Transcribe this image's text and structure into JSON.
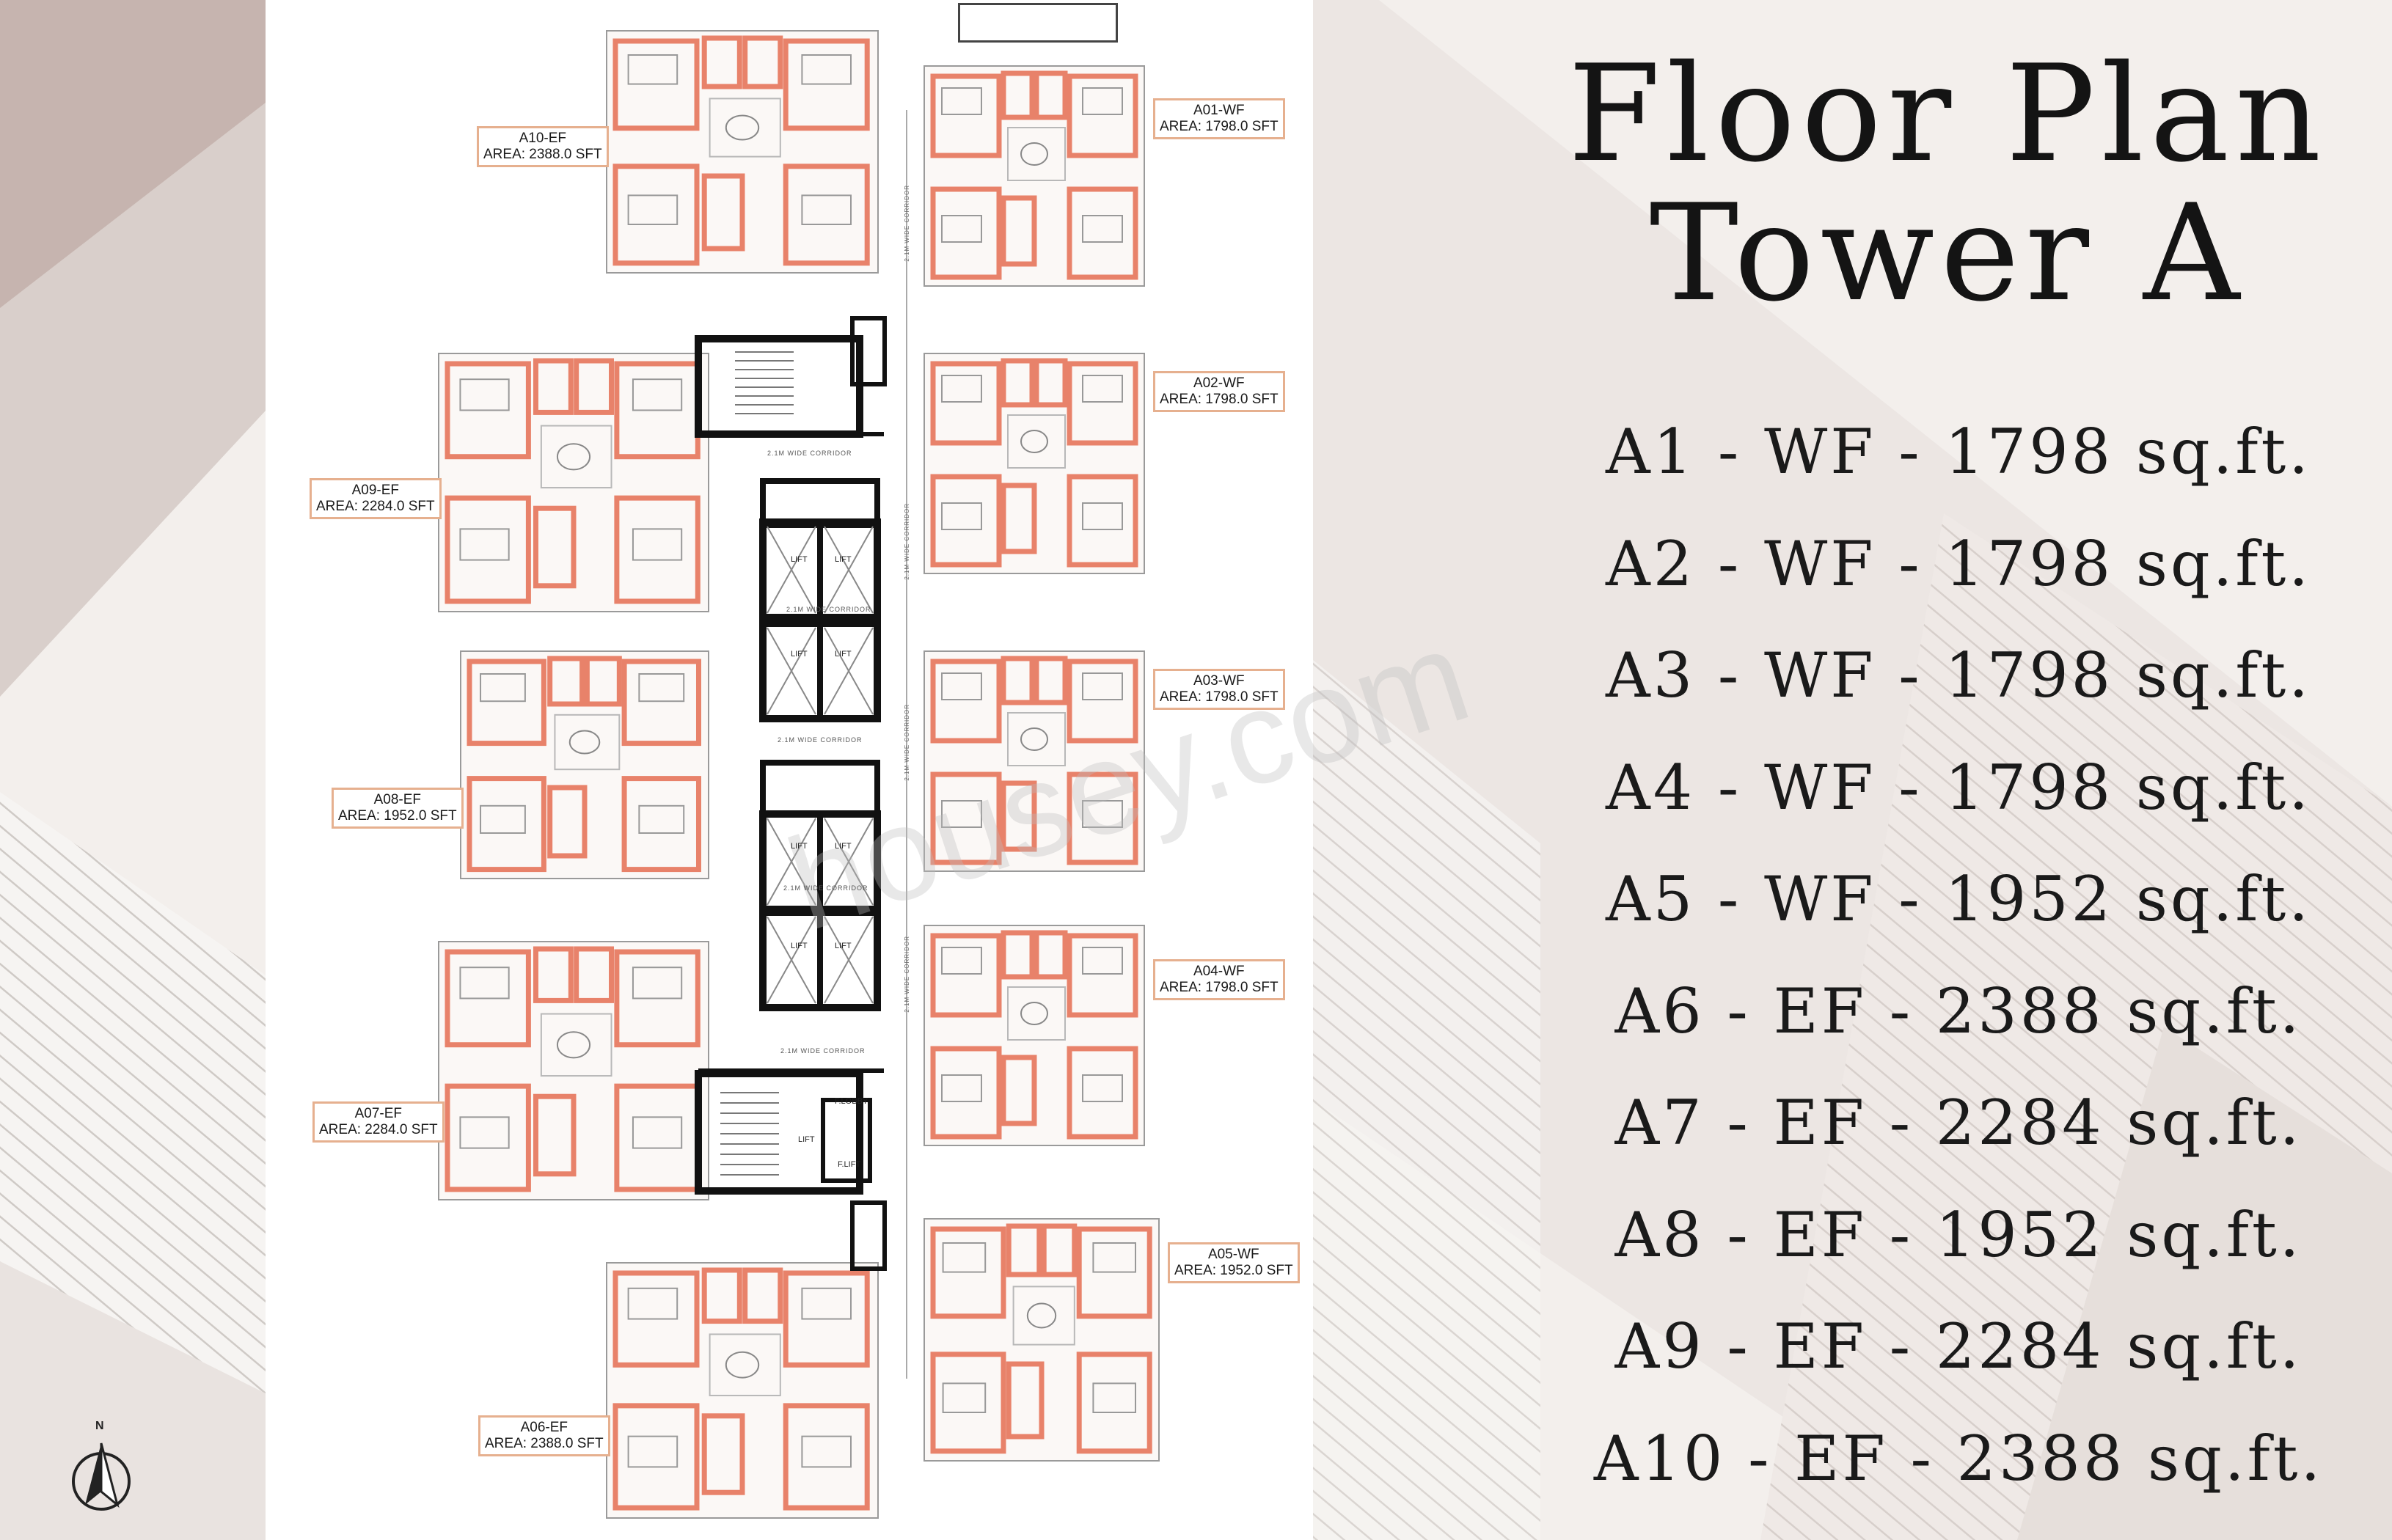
{
  "title": {
    "line1": "Floor Plan",
    "line2": "Tower A"
  },
  "legend": [
    "A1 - WF - 1798 sq.ft.",
    "A2 - WF - 1798 sq.ft.",
    "A3 - WF - 1798 sq.ft.",
    "A4 - WF - 1798 sq.ft.",
    "A5 - WF - 1952 sq.ft.",
    "A6 - EF - 2388 sq.ft.",
    "A7 - EF - 2284 sq.ft.",
    "A8 - EF - 1952 sq.ft.",
    "A9 - EF - 2284 sq.ft.",
    "A10 - EF - 2388 sq.ft."
  ],
  "units": [
    {
      "id": "A10-EF",
      "area": "AREA: 2388.0 SFT"
    },
    {
      "id": "A01-WF",
      "area": "AREA: 1798.0 SFT"
    },
    {
      "id": "A02-WF",
      "area": "AREA: 1798.0 SFT"
    },
    {
      "id": "A09-EF",
      "area": "AREA: 2284.0 SFT"
    },
    {
      "id": "A03-WF",
      "area": "AREA: 1798.0 SFT"
    },
    {
      "id": "A08-EF",
      "area": "AREA: 1952.0 SFT"
    },
    {
      "id": "A04-WF",
      "area": "AREA: 1798.0 SFT"
    },
    {
      "id": "A07-EF",
      "area": "AREA: 2284.0 SFT"
    },
    {
      "id": "A05-WF",
      "area": "AREA: 1952.0 SFT"
    },
    {
      "id": "A06-EF",
      "area": "AREA: 2388.0 SFT"
    }
  ],
  "plan_text": {
    "corridor": "2.1M WIDE CORRIDOR",
    "lift": "LIFT",
    "flift": "F.LIFT",
    "flobby": "F.LOBBY",
    "north": "N"
  },
  "watermark": "housey.com",
  "colors": {
    "wall": "#e8826a",
    "core": "#111111",
    "label_border": "#e6b08f",
    "background": "#f3efec"
  }
}
